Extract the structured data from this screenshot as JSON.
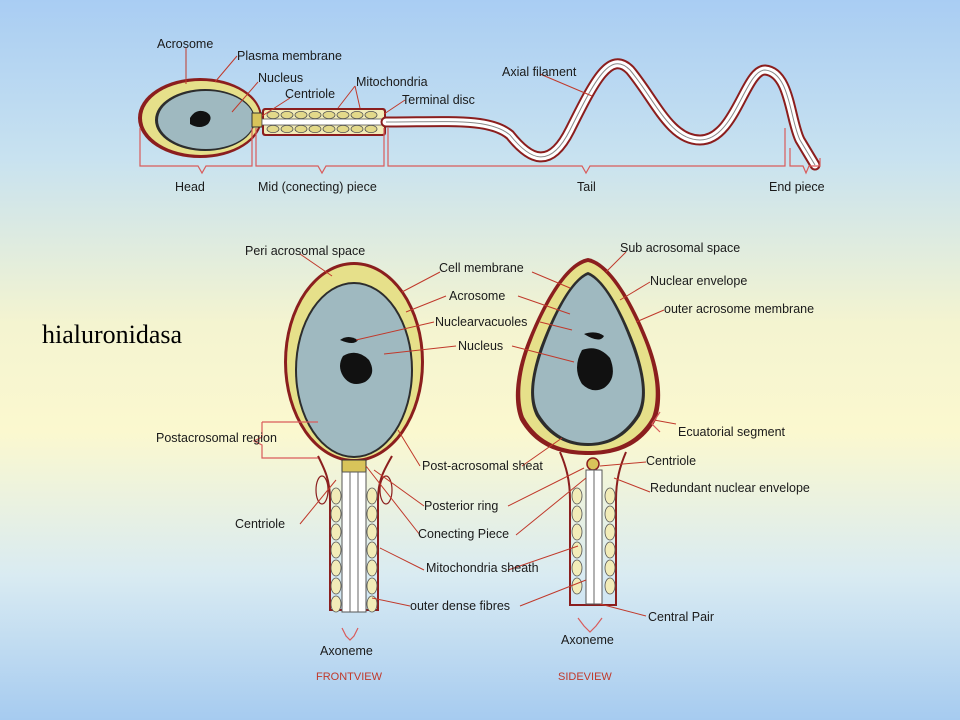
{
  "side_title": "hialuronidasa",
  "top_diagram": {
    "labels": {
      "acrosome": "Acrosome",
      "plasma_membrane": "Plasma membrane",
      "nucleus": "Nucleus",
      "centriole": "Centriole",
      "mitochondria": "Mitochondria",
      "terminal_disc": "Terminal disc",
      "axial_filament": "Axial filament"
    },
    "regions": {
      "head": "Head",
      "mid_piece": "Mid (conecting) piece",
      "tail": "Tail",
      "end_piece": "End piece"
    }
  },
  "front_view": {
    "caption": "FRONTVIEW",
    "labels": {
      "peri_acrosomal_space": "Peri acrosomal space",
      "cell_membrane": "Cell membrane",
      "acrosome": "Acrosome",
      "nuclear_vacuoles": "Nuclearvacuoles",
      "nucleus": "Nucleus",
      "postacrosomal_region": "Postacrosomal region",
      "post_acrosomal_sheat": "Post-acrosomal sheat",
      "posterior_ring": "Posterior ring",
      "conecting_piece": "Conecting Piece",
      "centriole": "Centriole",
      "mitochondria_sheath": "Mitochondria sheath",
      "outer_dense_fibres": "outer dense fibres",
      "axoneme": "Axoneme"
    }
  },
  "side_view": {
    "caption": "SIDEVIEW",
    "labels": {
      "sub_acrosomal_space": "Sub acrosomal space",
      "nuclear_envelope": "Nuclear envelope",
      "outer_acrosome_membrane": "outer acrosome membrane",
      "ecuatorial_segment": "Ecuatorial segment",
      "centriole": "Centriole",
      "redundant_nuclear_envelope": "Redundant nuclear envelope",
      "central_pair": "Central Pair",
      "axoneme": "Axoneme"
    }
  },
  "colors": {
    "cytoplasm": "#9fb9c0",
    "acrosome": "#e6e08a",
    "membrane": "#8b1e1e",
    "leader_lines": "#c0392b",
    "bracket": "#d95b5b"
  }
}
